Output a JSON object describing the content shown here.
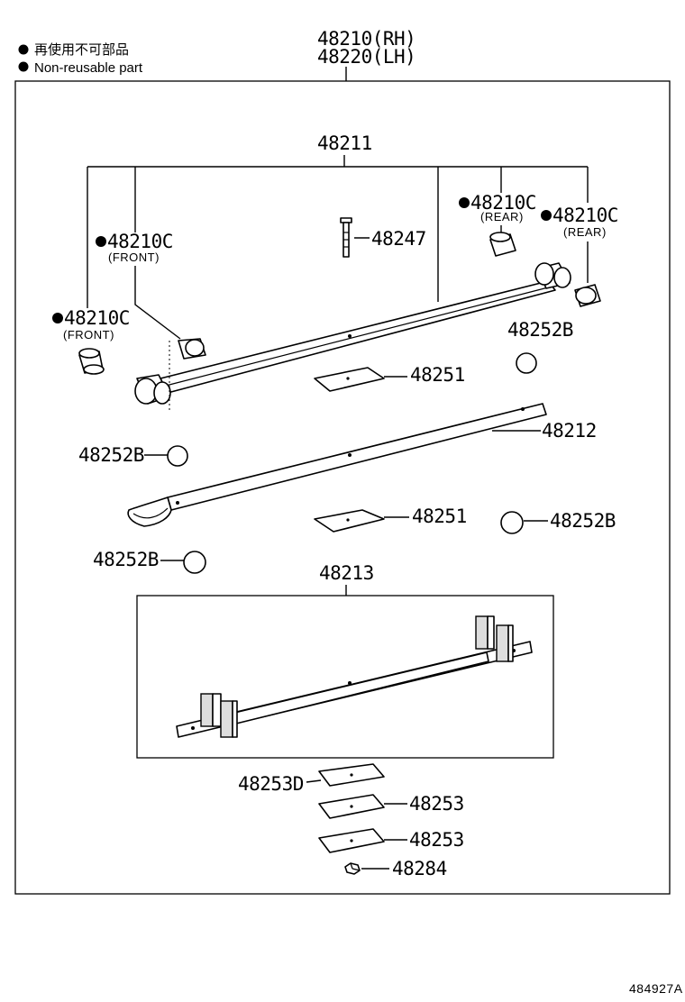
{
  "legend": {
    "line_jp": "再使用不可部品",
    "line_en": "Non-reusable part"
  },
  "assembly": {
    "rh": "48210(RH)",
    "lh": "48220(LH)"
  },
  "labels": {
    "leaf1": "48211",
    "leaf2": "48212",
    "leaf3": "48213",
    "bolt": "48247",
    "bush_front_left": "48210C",
    "bush_front_left_sub": "(FRONT)",
    "bush_front_mid": "48210C",
    "bush_front_mid_sub": "(FRONT)",
    "bush_rear_mid": "48210C",
    "bush_rear_mid_sub": "(REAR)",
    "bush_rear_right": "48210C",
    "bush_rear_right_sub": "(REAR)",
    "pad_upper": "48251",
    "pad_lower": "48251",
    "silencer_a": "48252B",
    "silencer_b": "48252B",
    "silencer_c": "48252B",
    "silencer_d": "48252B",
    "spacer_d": "48253D",
    "spacer_1": "48253",
    "spacer_2": "48253",
    "nut": "48284"
  },
  "catalog_id": "484927A",
  "icons": {
    "non_reusable": "filled-circle-icon"
  }
}
